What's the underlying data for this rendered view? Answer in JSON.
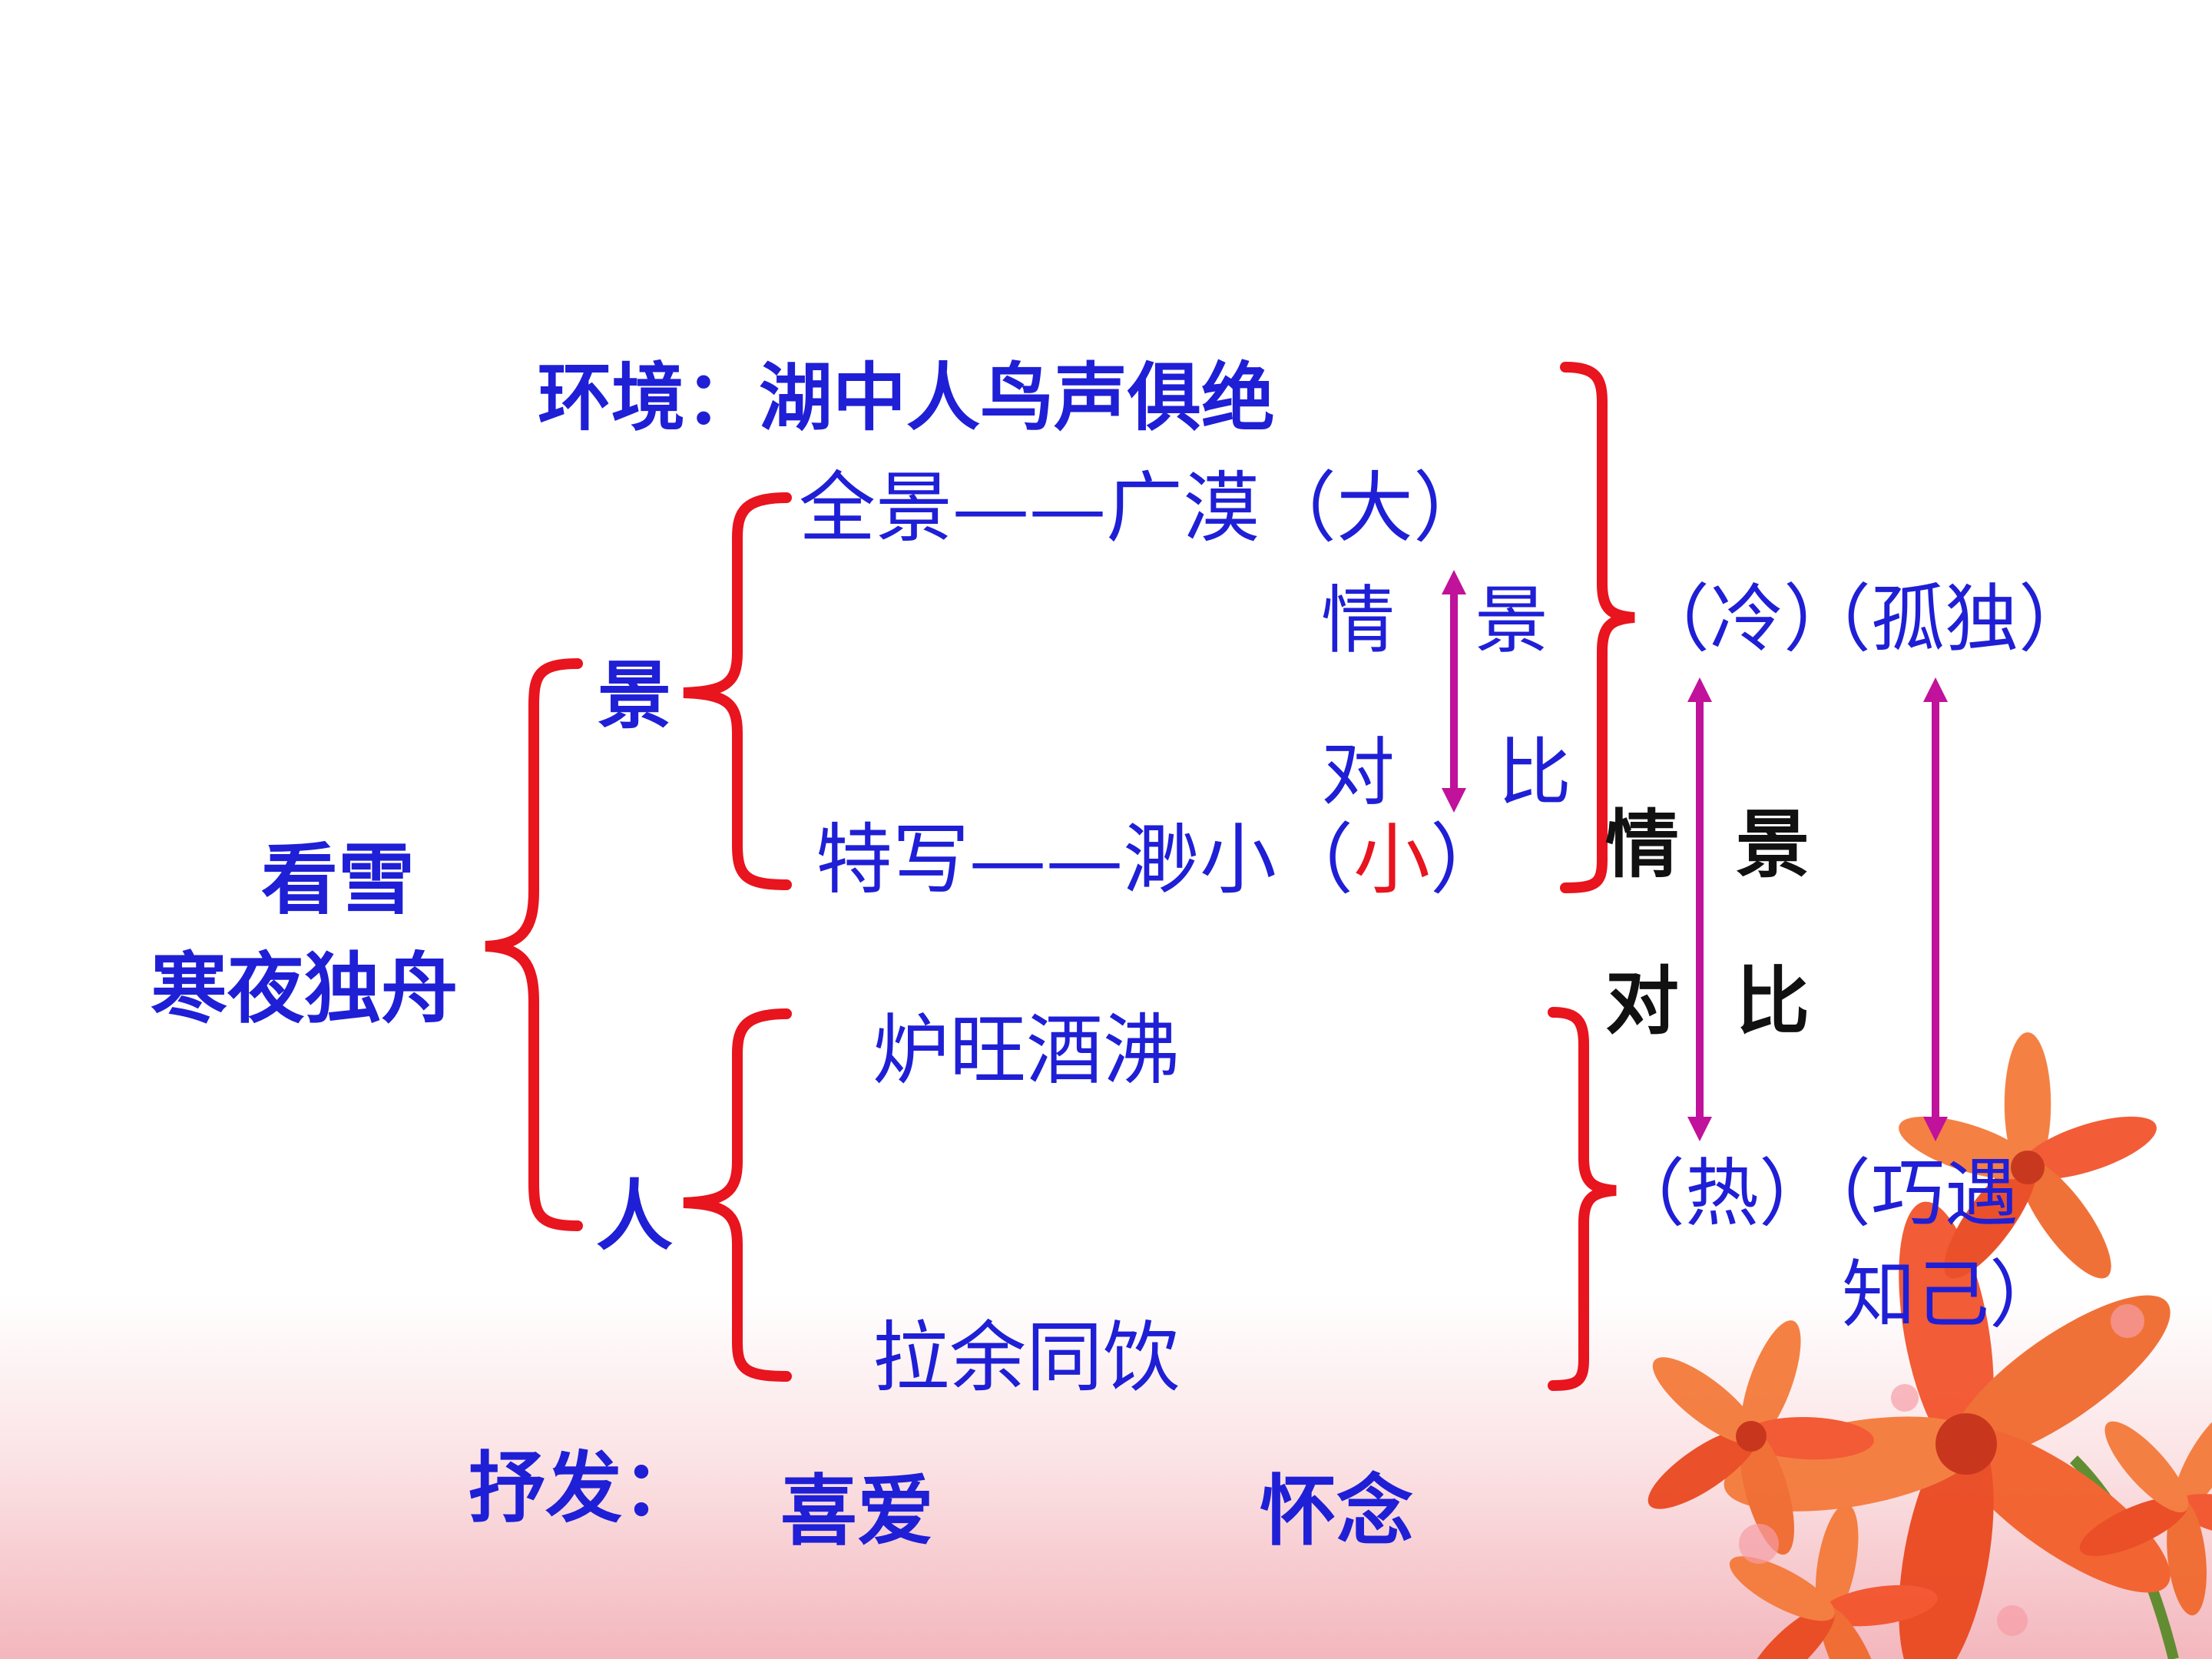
{
  "colors": {
    "text_blue": "#1f1fd6",
    "text_black": "#111111",
    "bracket_red": "#e8141e",
    "arrow_magenta": "#c0129a",
    "bg_bottom_pink": "#f3b7bd"
  },
  "root": {
    "line1": "看雪",
    "line2": "寒夜独舟"
  },
  "environment": "环境：湖中人鸟声俱绝",
  "scene": {
    "label": "景",
    "full_view_a": "全景——广漠（",
    "full_view_b": "大",
    "full_view_c": "）",
    "closeup_a": "特写——渺小（",
    "closeup_b": "小",
    "closeup_c": "）"
  },
  "inner_contrast": {
    "q": "情",
    "j": "景",
    "d": "对",
    "b": "比"
  },
  "people": {
    "label": "人",
    "item1": "炉旺酒沸",
    "item2": "拉余同饮"
  },
  "right_top": {
    "cold": "（冷）",
    "lonely": "（孤独）"
  },
  "right_middle": {
    "q": "情",
    "j": "景",
    "d": "对",
    "b": "比"
  },
  "right_bottom": {
    "hot": "（热）",
    "meet_1": "（巧遇",
    "meet_2": "知己）"
  },
  "express": {
    "label": "抒发：",
    "love": "喜爱",
    "miss": "怀念"
  },
  "decoration_icons": [
    "lily-flower-icon"
  ]
}
